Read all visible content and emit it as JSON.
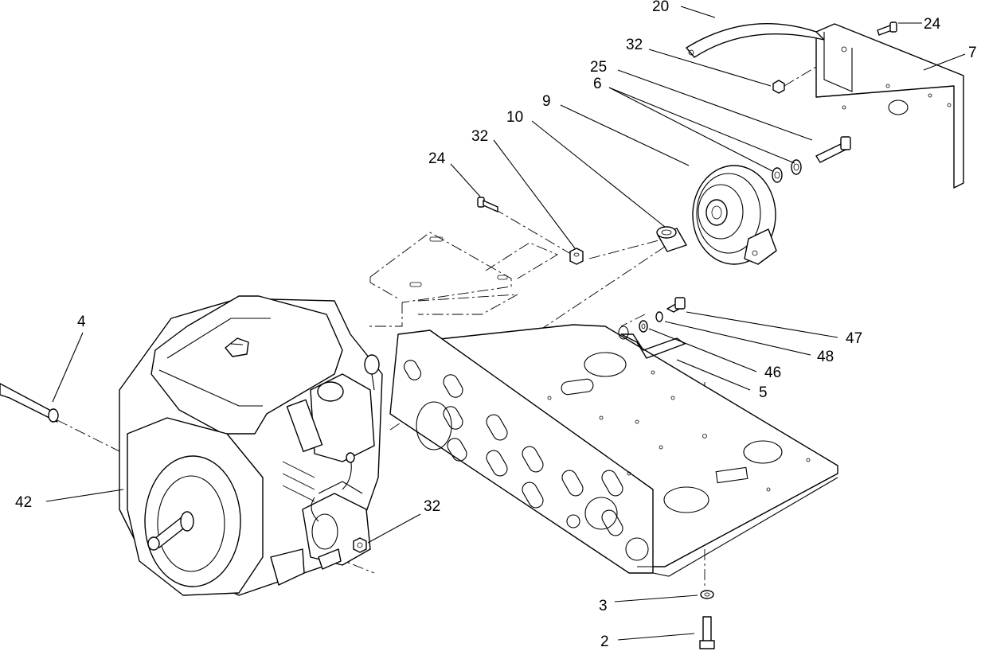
{
  "callouts": [
    {
      "id": "c20",
      "label": "20"
    },
    {
      "id": "c24a",
      "label": "24"
    },
    {
      "id": "c7",
      "label": "7"
    },
    {
      "id": "c32a",
      "label": "32"
    },
    {
      "id": "c25",
      "label": "25"
    },
    {
      "id": "c6",
      "label": "6"
    },
    {
      "id": "c9",
      "label": "9"
    },
    {
      "id": "c10",
      "label": "10"
    },
    {
      "id": "c32b",
      "label": "32"
    },
    {
      "id": "c24b",
      "label": "24"
    },
    {
      "id": "c4",
      "label": "4"
    },
    {
      "id": "c47",
      "label": "47"
    },
    {
      "id": "c48",
      "label": "48"
    },
    {
      "id": "c46",
      "label": "46"
    },
    {
      "id": "c5",
      "label": "5"
    },
    {
      "id": "c42",
      "label": "42"
    },
    {
      "id": "c32c",
      "label": "32"
    },
    {
      "id": "c3",
      "label": "3"
    },
    {
      "id": "c2",
      "label": "2"
    }
  ]
}
